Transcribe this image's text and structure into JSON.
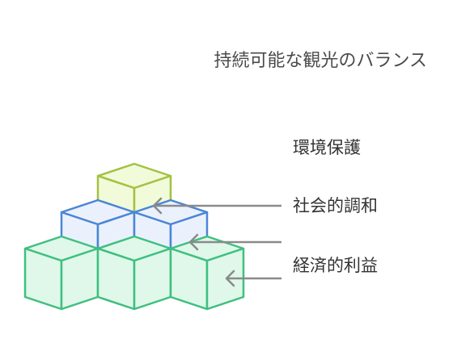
{
  "title": "持続可能な観光のバランス",
  "layers": [
    {
      "label": "環境保護",
      "cubes": 1,
      "stroke": "#a3c144",
      "fill": "#f1fbd9"
    },
    {
      "label": "社会的調和",
      "cubes": 2,
      "stroke": "#4b86d6",
      "fill": "#ebf1fc"
    },
    {
      "label": "経済的利益",
      "cubes": 3,
      "stroke": "#3fbf7f",
      "fill": "#dff8ea"
    }
  ],
  "arrow_color": "#8a8a8a"
}
